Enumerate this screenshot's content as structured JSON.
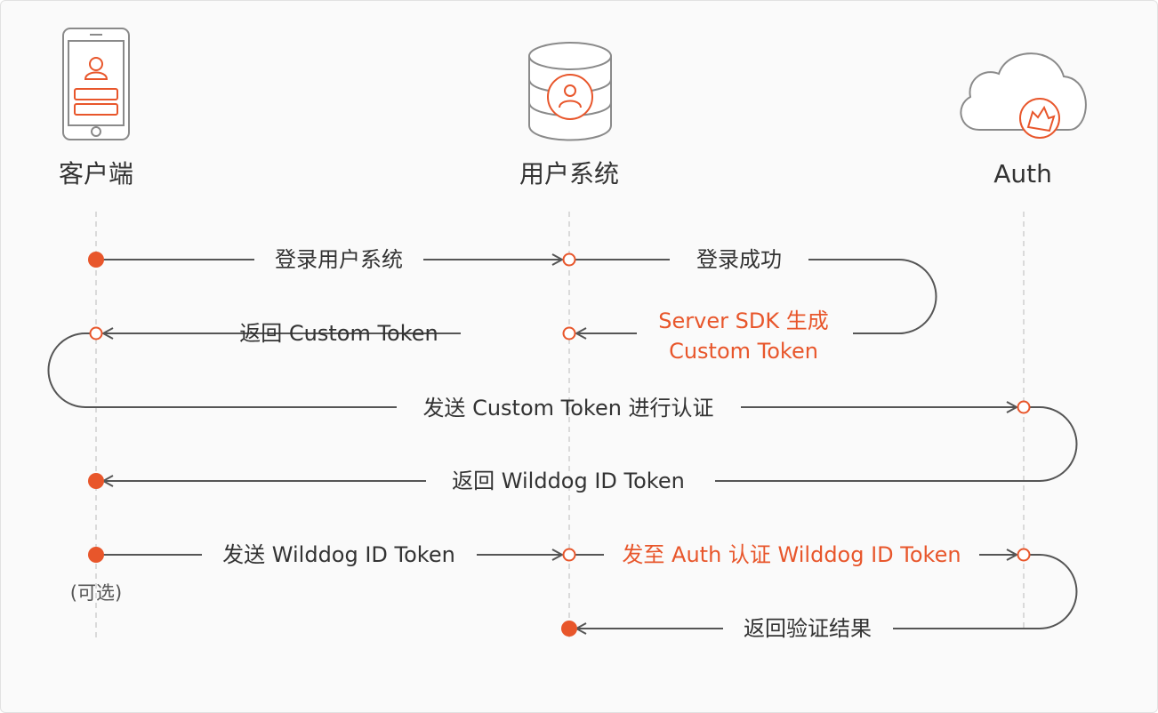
{
  "actors": [
    {
      "label": "客户端",
      "icon": "phone-icon"
    },
    {
      "label": "用户系统",
      "icon": "database-icon"
    },
    {
      "label": "Auth",
      "icon": "cloud-icon"
    }
  ],
  "messages": [
    {
      "label": "登录用户系统"
    },
    {
      "label": "登录成功"
    },
    {
      "line1": "Server SDK 生成",
      "line2": "Custom Token"
    },
    {
      "label": "返回 Custom Token"
    },
    {
      "label": "发送 Custom Token 进行认证"
    },
    {
      "label": "返回 Wilddog ID Token"
    },
    {
      "label": "发送 Wilddog ID Token",
      "note": "(可选)"
    },
    {
      "label": "发至 Auth 认证 Wilddog ID Token"
    },
    {
      "label": "返回验证结果"
    }
  ],
  "colors": {
    "accent": "#e8562b",
    "line": "#555555",
    "text": "#333333",
    "lifeline": "#cfcfcf"
  }
}
